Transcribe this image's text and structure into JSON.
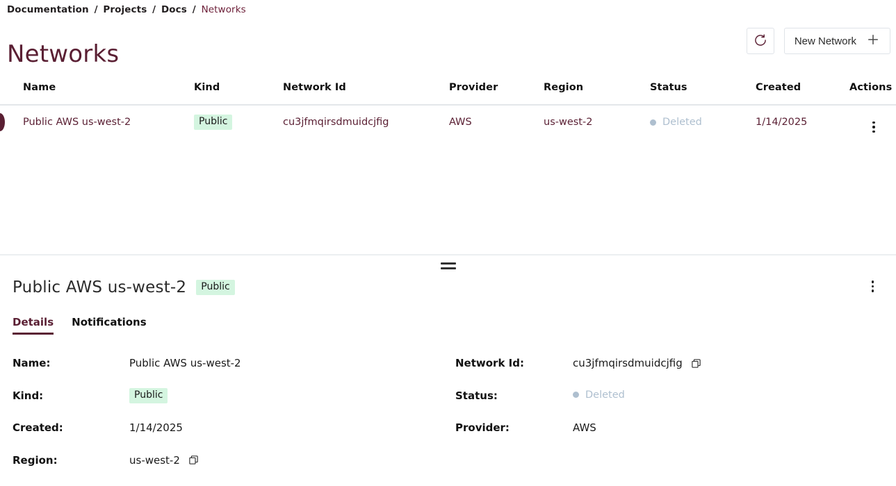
{
  "breadcrumb": {
    "items": [
      {
        "label": "Documentation",
        "current": false
      },
      {
        "label": "Projects",
        "current": false
      },
      {
        "label": "Docs",
        "current": false
      },
      {
        "label": "Networks",
        "current": true
      }
    ],
    "separator": "/"
  },
  "header": {
    "title": "Networks",
    "refresh_label": "refresh-icon",
    "new_network_label": "New Network",
    "plus_label": "+"
  },
  "table": {
    "columns": [
      "Name",
      "Kind",
      "Network Id",
      "Provider",
      "Region",
      "Status",
      "Created",
      "Actions"
    ],
    "rows": [
      {
        "name": "Public AWS us-west-2",
        "kind": "Public",
        "network_id": "cu3jfmqirsdmuidcjfig",
        "provider": "AWS",
        "region": "us-west-2",
        "status": "Deleted",
        "created": "1/14/2025",
        "selected": true
      }
    ]
  },
  "detail": {
    "title": "Public AWS us-west-2",
    "badge": "Public",
    "tabs": [
      {
        "label": "Details",
        "active": true
      },
      {
        "label": "Notifications",
        "active": false
      }
    ],
    "fields_left": [
      {
        "label": "Name:",
        "value": "Public AWS us-west-2",
        "type": "text",
        "copy": false
      },
      {
        "label": "Kind:",
        "value": "Public",
        "type": "badge",
        "copy": false
      },
      {
        "label": "Created:",
        "value": "1/14/2025",
        "type": "text",
        "copy": false
      },
      {
        "label": "Region:",
        "value": "us-west-2",
        "type": "text",
        "copy": true
      }
    ],
    "fields_right": [
      {
        "label": "Network Id:",
        "value": "cu3jfmqirsdmuidcjfig",
        "type": "text",
        "copy": true
      },
      {
        "label": "Status:",
        "value": "Deleted",
        "type": "status",
        "copy": false
      },
      {
        "label": "Provider:",
        "value": "AWS",
        "type": "text",
        "copy": false
      }
    ]
  },
  "colors": {
    "accent": "#5a1f33",
    "badge_bg": "#d4f5e0",
    "status_muted": "#aebfcf",
    "border": "#e3e7ea"
  }
}
